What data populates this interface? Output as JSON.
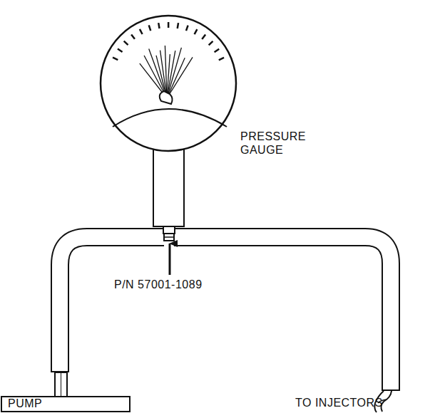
{
  "diagram": {
    "nodes": [
      {
        "text": [
          "PUMP"
        ]
      }
    ],
    "labels": [
      "PRESSURE GAUGE",
      "P/N 57001-1089",
      "TO INJECTORS"
    ]
  }
}
